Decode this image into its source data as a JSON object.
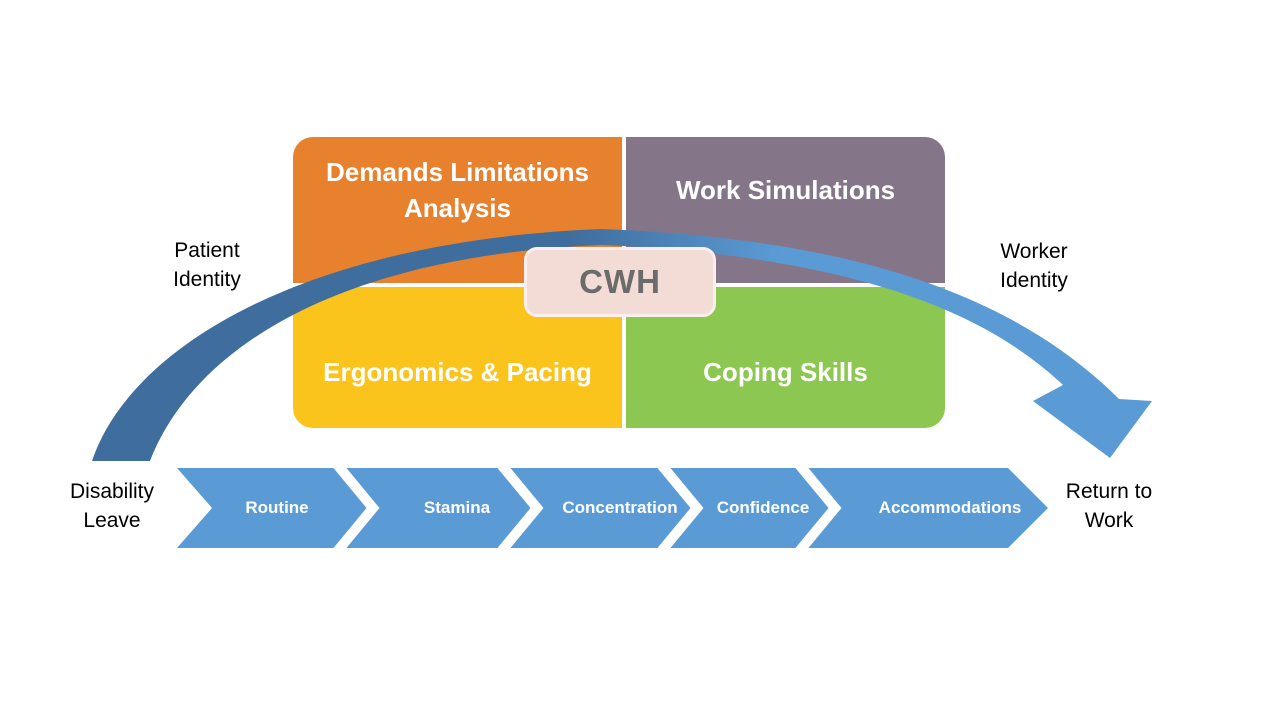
{
  "canvas": {
    "background": "#FFFFFF"
  },
  "quadrants": [
    {
      "label": "Demands Limitations Analysis",
      "color": "#E8812E"
    },
    {
      "label": "Work Simulations",
      "color": "#857589"
    },
    {
      "label": "Ergonomics & Pacing",
      "color": "#FBC41C"
    },
    {
      "label": "Coping Skills",
      "color": "#8CC751"
    }
  ],
  "center_badge": {
    "label": "CWH",
    "background": "#F2DCD5",
    "border_color": "#FAEFEC",
    "text_color": "#6B6B6B"
  },
  "identity_arc": {
    "left_label": {
      "line1": "Patient",
      "line2": "Identity"
    },
    "right_label": {
      "line1": "Worker",
      "line2": "Identity"
    },
    "color_start": "#3F6D9D",
    "color_end": "#5B9BD5"
  },
  "timeline": {
    "start_label": {
      "line1": "Disability",
      "line2": "Leave"
    },
    "end_label": {
      "line1": "Return to",
      "line2": "Work"
    },
    "steps": [
      "Routine",
      "Stamina",
      "Concentration",
      "Confidence",
      "Accommodations"
    ],
    "band_color": "#5B9BD5",
    "separator_color": "#FFFFFF",
    "step_text_color": "#FFFFFF"
  }
}
